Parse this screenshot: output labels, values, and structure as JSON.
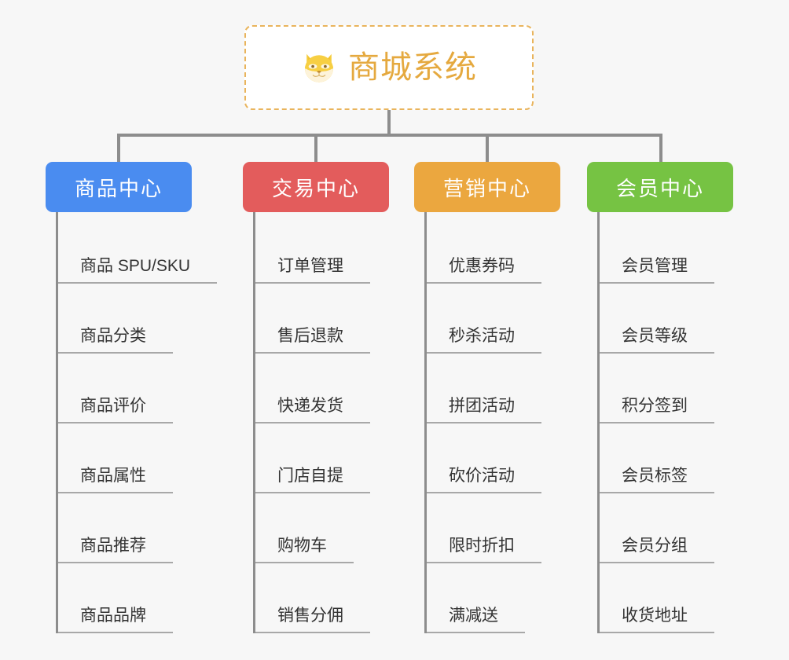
{
  "page": {
    "background_color": "#f7f7f7",
    "line_color": "#8d8d8d",
    "leaf_underline_color": "#a8a8a8",
    "leaf_text_color": "#333333"
  },
  "root": {
    "title": "商城系统",
    "icon": "dog-face-icon",
    "text_color": "#e5a93f",
    "border_color": "#e9b45c",
    "background": "#ffffff"
  },
  "branches": [
    {
      "label": "商品中心",
      "color": "#4a8cf0",
      "items": [
        "商品 SPU/SKU",
        "商品分类",
        "商品评价",
        "商品属性",
        "商品推荐",
        "商品品牌"
      ]
    },
    {
      "label": "交易中心",
      "color": "#e35c5c",
      "items": [
        "订单管理",
        "售后退款",
        "快递发货",
        "门店自提",
        "购物车",
        "销售分佣"
      ]
    },
    {
      "label": "营销中心",
      "color": "#eba73f",
      "items": [
        "优惠券码",
        "秒杀活动",
        "拼团活动",
        "砍价活动",
        "限时折扣",
        "满减送"
      ]
    },
    {
      "label": "会员中心",
      "color": "#76c343",
      "items": [
        "会员管理",
        "会员等级",
        "积分签到",
        "会员标签",
        "会员分组",
        "收货地址"
      ]
    }
  ]
}
